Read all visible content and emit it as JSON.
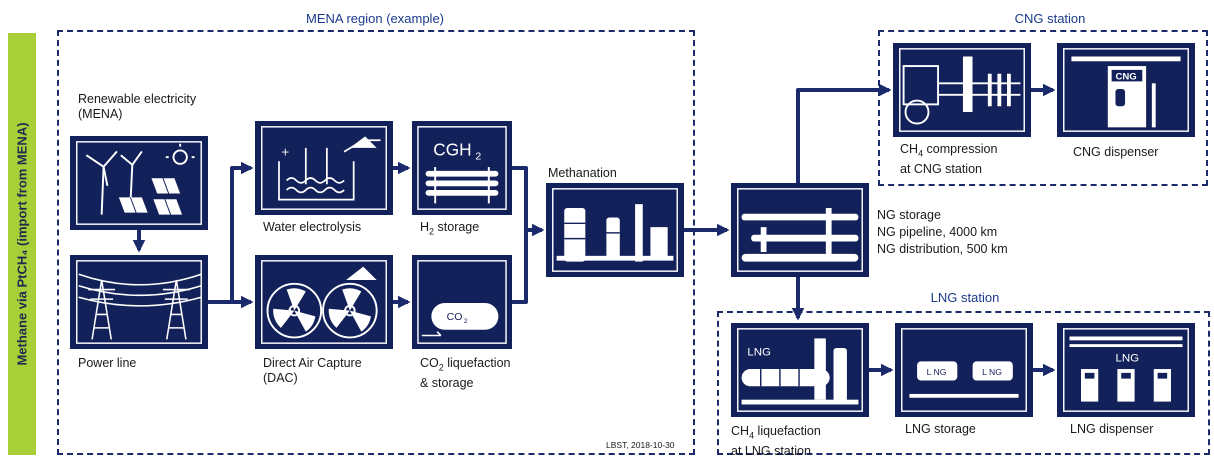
{
  "sidebar": {
    "title": "Methane via PtCH₄ (import from MENA)"
  },
  "regions": {
    "mena": "MENA region (example)",
    "cng": "CNG station",
    "lng": "LNG station"
  },
  "boxes": {
    "renewable": {
      "line1": "Renewable electricity",
      "line2": "(MENA)"
    },
    "power_line": "Power line",
    "electrolysis": "Water electrolysis",
    "h2_storage": {
      "prefix": "H",
      "sub": "2",
      "suffix": " storage"
    },
    "dac": {
      "line1": "Direct Air Capture",
      "line2": "(DAC)"
    },
    "co2_liq": {
      "prefix": "CO",
      "sub": "2",
      "suffix": " liquefaction",
      "line2": "& storage"
    },
    "methanation": "Methanation",
    "ng_storage": {
      "line1": "NG storage",
      "line2": "NG pipeline, 4000 km",
      "line3": "NG distribution, 500 km"
    },
    "ch4_comp": {
      "prefix": "CH",
      "sub": "4",
      "suffix": " compression",
      "line2": "at CNG station"
    },
    "cng_dispenser": "CNG dispenser",
    "ch4_liq": {
      "prefix": "CH",
      "sub": "4",
      "suffix": " liquefaction",
      "line2": "at LNG station"
    },
    "lng_storage": "LNG storage",
    "lng_dispenser": "LNG dispenser"
  },
  "icon_text": {
    "cgh2": "CGH",
    "cgh2_sub": "2",
    "co2": "CO",
    "co2_sub": "2",
    "cng": "CNG",
    "lng": "LNG",
    "lng_tank": "L NG",
    "lng_disp": "LNG"
  },
  "footer": "LBST, 2018-10-30",
  "colors": {
    "box": "#13215a",
    "arrow": "#1b2a6b",
    "sidebar": "#a9cf38"
  }
}
